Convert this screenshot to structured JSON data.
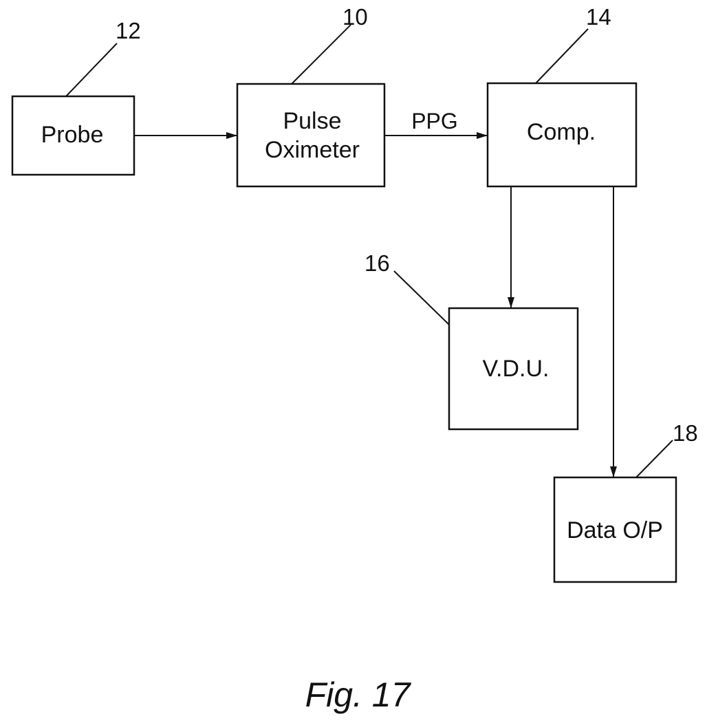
{
  "blocks": {
    "probe": {
      "label": "Probe",
      "ref": "12"
    },
    "pulse_oximeter": {
      "label_line1": "Pulse",
      "label_line2": "Oximeter",
      "ref": "10"
    },
    "comp": {
      "label": "Comp.",
      "ref": "14"
    },
    "vdu": {
      "label": "V.D.U.",
      "ref": "16"
    },
    "data_op": {
      "label": "Data O/P",
      "ref": "18"
    }
  },
  "connections": [
    {
      "from": "probe",
      "to": "pulse_oximeter",
      "label": ""
    },
    {
      "from": "pulse_oximeter",
      "to": "comp",
      "label": "PPG"
    },
    {
      "from": "comp",
      "to": "vdu",
      "label": ""
    },
    {
      "from": "comp",
      "to": "data_op",
      "label": ""
    }
  ],
  "caption": "Fig. 17"
}
